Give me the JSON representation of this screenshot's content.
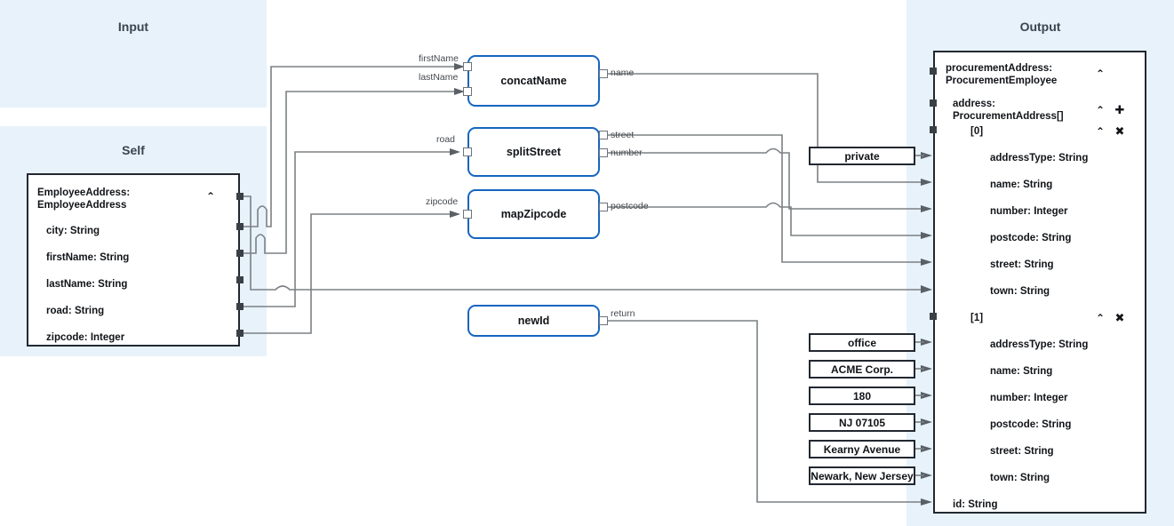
{
  "panels": {
    "input": {
      "title": "Input"
    },
    "self": {
      "title": "Self"
    },
    "output": {
      "title": "Output"
    }
  },
  "self_schema": {
    "header": {
      "label": "EmployeeAddress:\nEmployeeAddress",
      "caret": "⌃"
    },
    "fields": [
      {
        "label": "city: String"
      },
      {
        "label": "firstName: String"
      },
      {
        "label": "lastName: String"
      },
      {
        "label": "road: String"
      },
      {
        "label": "zipcode: Integer"
      }
    ]
  },
  "functions": [
    {
      "name": "concatName",
      "inputs": [
        "firstName",
        "lastName"
      ],
      "outputs": [
        "name"
      ]
    },
    {
      "name": "splitStreet",
      "inputs": [
        "road"
      ],
      "outputs": [
        "street",
        "number"
      ]
    },
    {
      "name": "mapZipcode",
      "inputs": [
        "zipcode"
      ],
      "outputs": [
        "postcode"
      ]
    },
    {
      "name": "newId",
      "inputs": [],
      "outputs": [
        "return"
      ]
    }
  ],
  "constants": [
    {
      "value": "private"
    },
    {
      "value": "office"
    },
    {
      "value": "ACME Corp."
    },
    {
      "value": "180"
    },
    {
      "value": "NJ 07105"
    },
    {
      "value": "Kearny Avenue"
    },
    {
      "value": "Newark, New Jersey"
    }
  ],
  "output_schema": {
    "root": {
      "label": "procurementAddress:\nProcurementEmployee",
      "caret": "⌃"
    },
    "array": {
      "label": "address:\nProcurementAddress[]",
      "caret": "⌃",
      "add": "✚"
    },
    "items": [
      {
        "label": "[0]",
        "caret": "⌃",
        "remove": "✖",
        "fields": [
          {
            "label": "addressType: String"
          },
          {
            "label": "name: String"
          },
          {
            "label": "number: Integer"
          },
          {
            "label": "postcode: String"
          },
          {
            "label": "street: String"
          },
          {
            "label": "town: String"
          }
        ]
      },
      {
        "label": "[1]",
        "caret": "⌃",
        "remove": "✖",
        "fields": [
          {
            "label": "addressType: String"
          },
          {
            "label": "name: String"
          },
          {
            "label": "number: Integer"
          },
          {
            "label": "postcode: String"
          },
          {
            "label": "street: String"
          },
          {
            "label": "town: String"
          }
        ]
      }
    ],
    "tail": {
      "label": "id: String"
    }
  },
  "colors": {
    "panel_bg": "#e7f2fa",
    "node_border": "#1565c0",
    "box_border": "#222831",
    "wire": "#7b8084",
    "text": "#111418"
  }
}
